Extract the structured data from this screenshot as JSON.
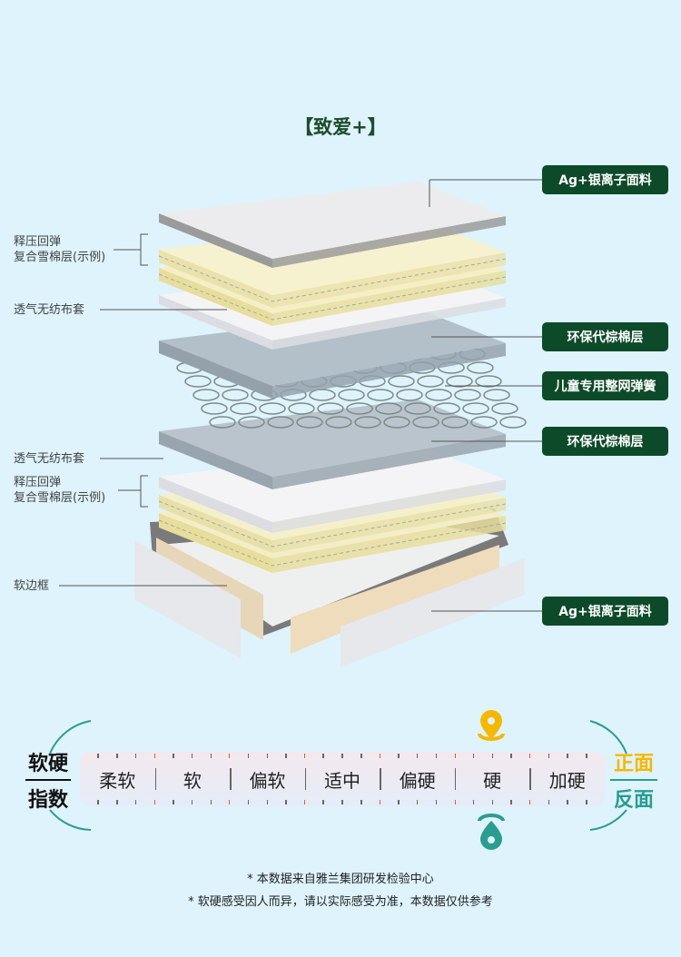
{
  "title": "【致爱+】",
  "right_labels": [
    "Ag+银离子面料",
    "环保代棕棉层",
    "儿童专用整网弹簧",
    "环保代棕棉层",
    "Ag+银离子面料"
  ],
  "left_labels": {
    "foam_top_line1": "释压回弹",
    "foam_top_line2": "复合雪棉层(示例)",
    "nonwoven_top": "透气无纺布套",
    "nonwoven_bottom": "透气无纺布套",
    "foam_bottom_line1": "释压回弹",
    "foam_bottom_line2": "复合雪棉层(示例)",
    "frame": "软边框"
  },
  "firmness": {
    "title_line1": "软硬",
    "title_line2": "指数",
    "levels": [
      "柔软",
      "软",
      "偏软",
      "适中",
      "偏硬",
      "硬",
      "加硬"
    ],
    "front_label": "正面",
    "back_label": "反面",
    "front_level_index": 5,
    "back_level_index": 5,
    "front_color": "#f5b800",
    "back_color": "#2a9d8f"
  },
  "footnotes": [
    "* 本数据来自雅兰集团研发检验中心",
    "* 软硬感受因人而异，请以实际感受为准，本数据仅供参考"
  ]
}
